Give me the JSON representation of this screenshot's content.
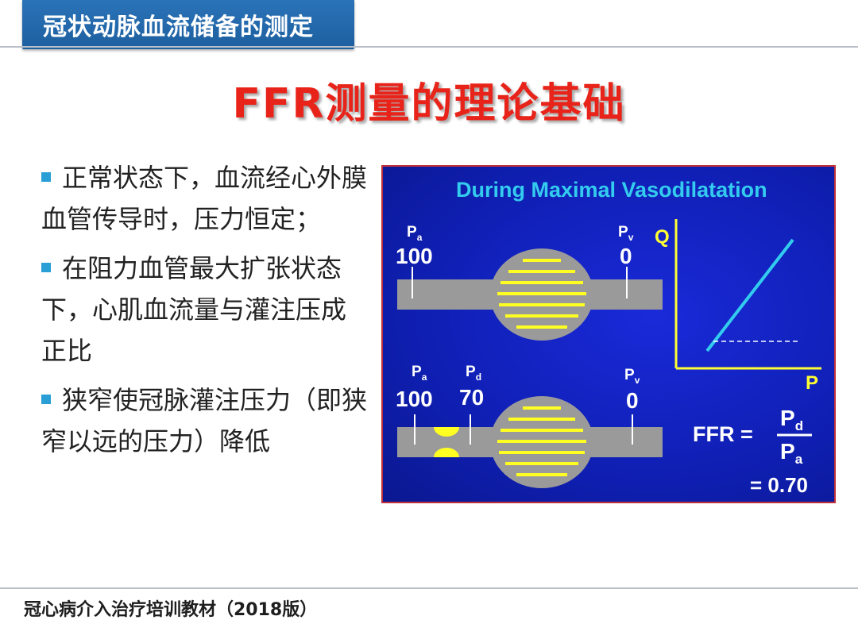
{
  "header": {
    "title": "冠状动脉血流储备的测定"
  },
  "main_title": "FFR测量的理论基础",
  "bullets": [
    {
      "text": "正常状态下，血流经心外膜血管传导时，压力恒定；"
    },
    {
      "text": "在阻力血管最大扩张状态下，心肌血流量与灌注压成正比"
    },
    {
      "text": "狭窄使冠脉灌注压力（即狭窄以远的压力）降低"
    }
  ],
  "diagram": {
    "title": "During Maximal Vasodilatation",
    "top_vessel": {
      "pa_symbol": "P",
      "pa_sub": "a",
      "pa_value": "100",
      "pv_symbol": "P",
      "pv_sub": "v",
      "pv_value": "0"
    },
    "bottom_vessel": {
      "pa_symbol": "P",
      "pa_sub": "a",
      "pa_value": "100",
      "pd_symbol": "P",
      "pd_sub": "d",
      "pd_value": "70",
      "pv_symbol": "P",
      "pv_sub": "v",
      "pv_value": "0"
    },
    "graph": {
      "y_label": "Q",
      "x_label": "P"
    },
    "formula": {
      "lhs": "FFR =",
      "num_symbol": "P",
      "num_sub": "d",
      "den_symbol": "P",
      "den_sub": "a",
      "result": "= 0.70"
    },
    "colors": {
      "background": "#1324c8",
      "title": "#33ccee",
      "vessel": "#9a9a9a",
      "stripes": "#ffff22",
      "axis": "#ffff33",
      "line": "#33ccee",
      "text": "#ffffff"
    }
  },
  "footer": {
    "text": "冠心病介入治疗培训教材（2018版）"
  }
}
